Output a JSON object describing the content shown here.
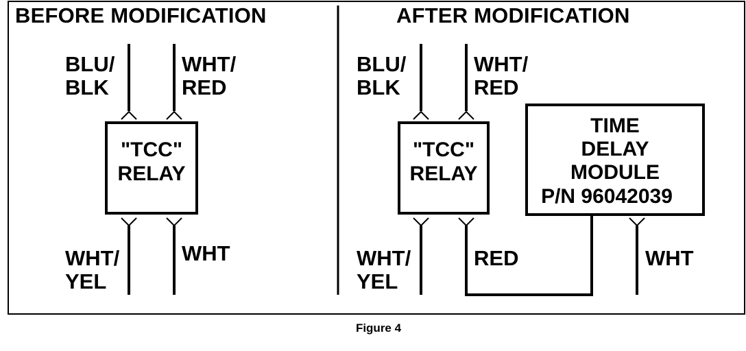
{
  "before": {
    "title": "BEFORE MODIFICATION",
    "top_left_wire": [
      "BLU/",
      "BLK"
    ],
    "top_right_wire": [
      "WHT/",
      "RED"
    ],
    "relay": [
      "\"TCC\"",
      "RELAY"
    ],
    "bottom_left_wire": [
      "WHT/",
      "YEL"
    ],
    "bottom_right_wire": [
      "WHT"
    ]
  },
  "after": {
    "title": "AFTER MODIFICATION",
    "top_left_wire": [
      "BLU/",
      "BLK"
    ],
    "top_right_wire": [
      "WHT/",
      "RED"
    ],
    "relay": [
      "\"TCC\"",
      "RELAY"
    ],
    "module": [
      "TIME",
      "DELAY",
      "MODULE",
      "P/N 96042039"
    ],
    "bottom_left_wire": [
      "WHT/",
      "YEL"
    ],
    "bottom_mid_wire": [
      "RED"
    ],
    "bottom_right_wire": [
      "WHT"
    ]
  },
  "caption": "Figure 4"
}
